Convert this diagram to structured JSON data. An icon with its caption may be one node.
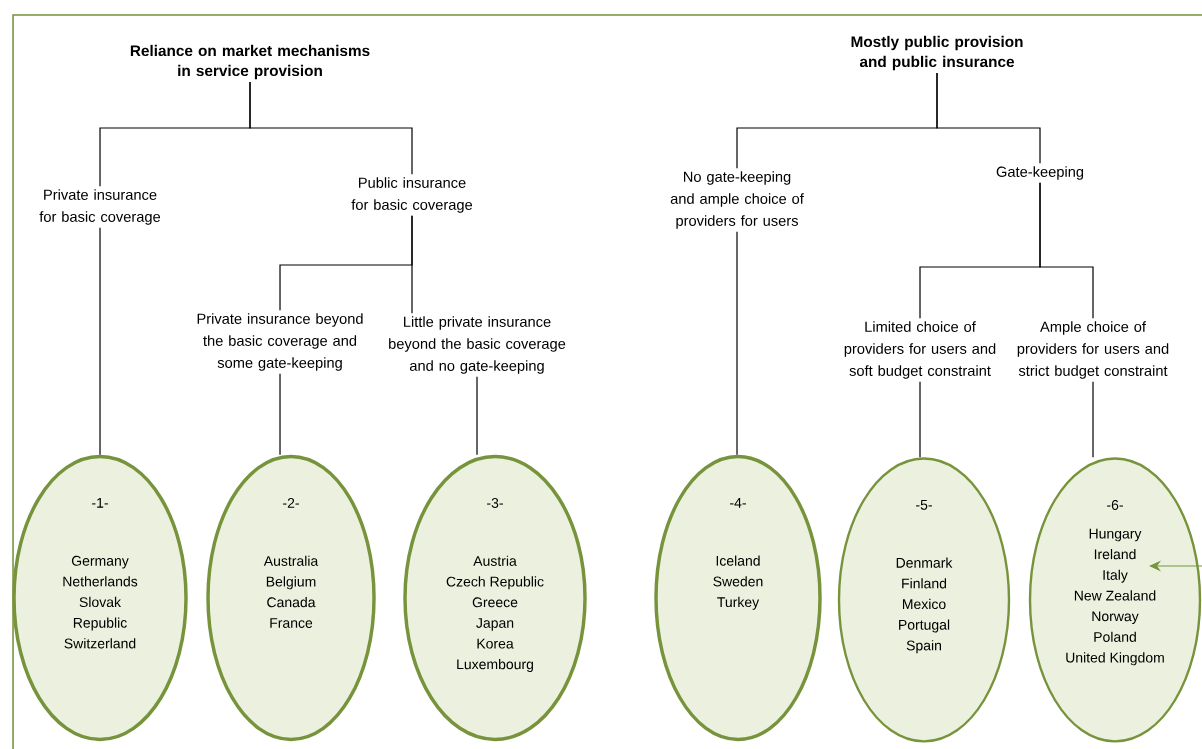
{
  "diagram": {
    "nodes": [
      {
        "text": [
          "Reliance on market mechanisms in service provision"
        ]
      },
      {
        "text": [
          "Mostly public provision and public insurance"
        ]
      },
      {
        "text": [
          "Private insurance for basic coverage"
        ]
      },
      {
        "text": [
          "Public insurance for basic coverage"
        ]
      },
      {
        "text": [
          "No gate-keeping and ample choice of providers for users"
        ]
      },
      {
        "text": [
          "Gate-keeping"
        ]
      },
      {
        "text": [
          "Private insurance beyond the basic coverage and some gate-keeping"
        ]
      },
      {
        "text": [
          "Little private insurance beyond the basic coverage and no gate-keeping"
        ]
      },
      {
        "text": [
          "Limited choice of providers for users and soft budget constraint"
        ]
      },
      {
        "text": [
          "Ample choice of providers for users and strict budget constraint"
        ]
      },
      {
        "text": [
          "-1-",
          "Germany",
          "Netherlands",
          "Slovak Republic",
          "Switzerland"
        ]
      },
      {
        "text": [
          "-2-",
          "Australia",
          "Belgium",
          "Canada",
          "France"
        ]
      },
      {
        "text": [
          "-3-",
          "Austria",
          "Czech Republic",
          "Greece",
          "Japan",
          "Korea",
          "Luxembourg"
        ]
      },
      {
        "text": [
          "-4-",
          "Iceland",
          "Sweden",
          "Turkey"
        ]
      },
      {
        "text": [
          "-5-",
          "Denmark",
          "Finland",
          "Mexico",
          "Portugal",
          "Spain"
        ]
      },
      {
        "text": [
          "-6-",
          "Hungary",
          "Ireland",
          "Italy",
          "New Zealand",
          "Norway",
          "Poland",
          "United Kingdom"
        ]
      }
    ],
    "edges": [
      {
        "from": 0,
        "to": 2,
        "arrow": "none"
      },
      {
        "from": 0,
        "to": 3,
        "arrow": "none"
      },
      {
        "from": 3,
        "to": 6,
        "arrow": "none"
      },
      {
        "from": 3,
        "to": 7,
        "arrow": "none"
      },
      {
        "from": 2,
        "to": 10,
        "arrow": "none"
      },
      {
        "from": 6,
        "to": 11,
        "arrow": "none"
      },
      {
        "from": 7,
        "to": 12,
        "arrow": "none"
      },
      {
        "from": 1,
        "to": 4,
        "arrow": "none"
      },
      {
        "from": 1,
        "to": 5,
        "arrow": "none"
      },
      {
        "from": 5,
        "to": 8,
        "arrow": "none"
      },
      {
        "from": 5,
        "to": 9,
        "arrow": "none"
      },
      {
        "from": 4,
        "to": 13,
        "arrow": "none"
      },
      {
        "from": 8,
        "to": 14,
        "arrow": "none"
      },
      {
        "from": 9,
        "to": 15,
        "arrow": "none"
      },
      {
        "from": null,
        "to": 15,
        "arrow": "to",
        "color": "#77933c"
      }
    ]
  }
}
